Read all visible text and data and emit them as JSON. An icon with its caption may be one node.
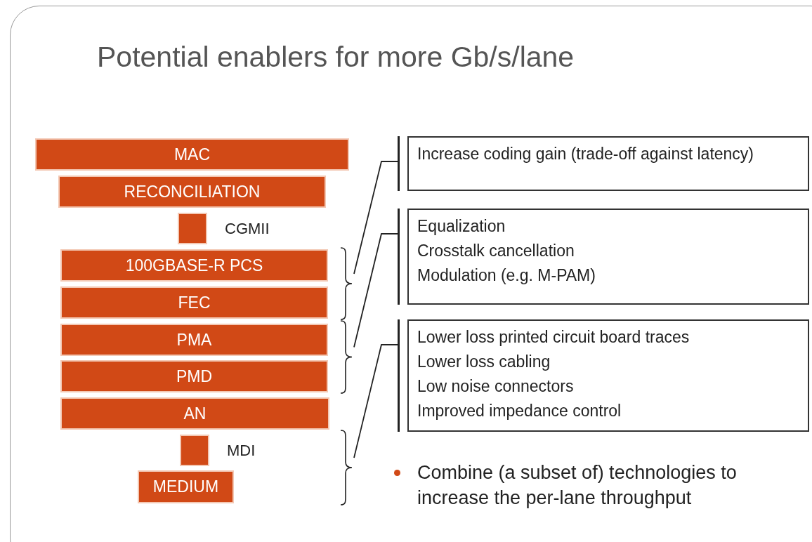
{
  "diagram": {
    "title": "Potential enablers for more Gb/s/lane",
    "nodes": [
      {
        "text": [
          "MAC"
        ]
      },
      {
        "text": [
          "RECONCILIATION"
        ]
      },
      {
        "text": [],
        "shape": "box",
        "beside": [
          "CGMII"
        ]
      },
      {
        "text": [
          "100GBASE-R PCS"
        ]
      },
      {
        "text": [
          "FEC"
        ]
      },
      {
        "text": [
          "PMA"
        ]
      },
      {
        "text": [
          "PMD"
        ]
      },
      {
        "text": [
          "AN"
        ]
      },
      {
        "text": [],
        "shape": "box",
        "beside": [
          "MDI"
        ]
      },
      {
        "text": [
          "MEDIUM"
        ]
      },
      {
        "text": [],
        "shape": "brace"
      },
      {
        "text": [],
        "shape": "brace"
      },
      {
        "text": [],
        "shape": "brace"
      },
      {
        "text": [
          "Increase coding gain (trade-off against latency)"
        ]
      },
      {
        "text": [
          "Equalization",
          "Crosstalk cancellation",
          "Modulation (e.g. M-PAM)"
        ]
      },
      {
        "text": [
          "Lower loss printed circuit board traces",
          "Lower loss cabling",
          "Low noise connectors",
          "Improved impedance control"
        ]
      }
    ],
    "edges": [
      {
        "from": 10,
        "to": 13,
        "arrow": "none"
      },
      {
        "from": 11,
        "to": 14,
        "arrow": "none"
      },
      {
        "from": 12,
        "to": 15,
        "arrow": "none"
      }
    ],
    "labels": [
      "Combine (a subset of) technologies to increase the per-lane throughput"
    ]
  }
}
